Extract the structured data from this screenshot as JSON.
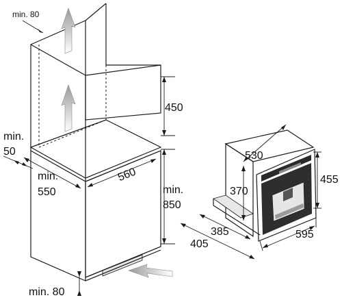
{
  "cabinet": {
    "top_clearance": "min. 80",
    "niche_height": "450",
    "side_clearance_a": "min.",
    "side_clearance_b": "50",
    "depth_a": "min.",
    "depth_b": "550",
    "width": "560",
    "lower_height_a": "min.",
    "lower_height_b": "850",
    "bottom_clearance": "min. 80"
  },
  "appliance": {
    "depth_top": "530",
    "height_inner": "370",
    "height_total": "455",
    "depth_body": "385",
    "depth_total": "405",
    "width_total": "595"
  },
  "colors": {
    "line": "#1a1a1a",
    "arrow_fill": "#bdbdbd",
    "panel_dark": "#2a2a2a",
    "panel_mid": "#8a8a8a",
    "panel_light": "#e6e6e6"
  }
}
